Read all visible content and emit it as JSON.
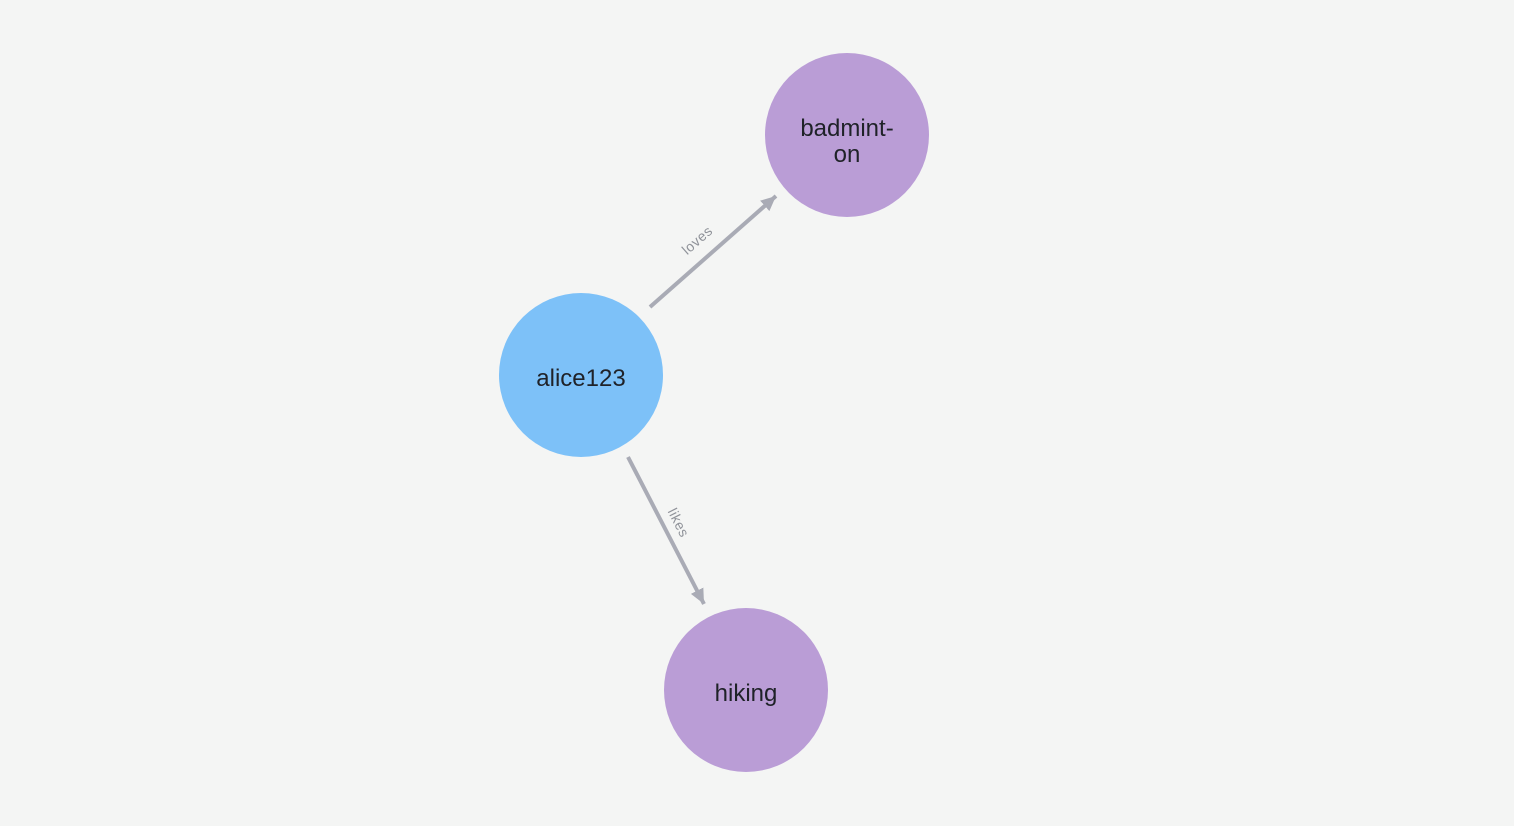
{
  "colors": {
    "background": "#f4f5f4",
    "node_blue": "#7dc1f8",
    "node_purple": "#ba9dd6",
    "edge": "#a9abb5",
    "edge_label": "#8f9299",
    "node_label": "#1f2228"
  },
  "graph": {
    "nodes": [
      {
        "label": "alice123",
        "color": "#7dc1f8"
      },
      {
        "label": "badmint-on",
        "label_lines": [
          "badmint-",
          "on"
        ],
        "color": "#ba9dd6"
      },
      {
        "label": "hiking",
        "color": "#ba9dd6"
      }
    ],
    "edges": [
      {
        "from": "alice123",
        "to": "badmint-on",
        "label": "loves"
      },
      {
        "from": "alice123",
        "to": "hiking",
        "label": "likes"
      }
    ]
  }
}
